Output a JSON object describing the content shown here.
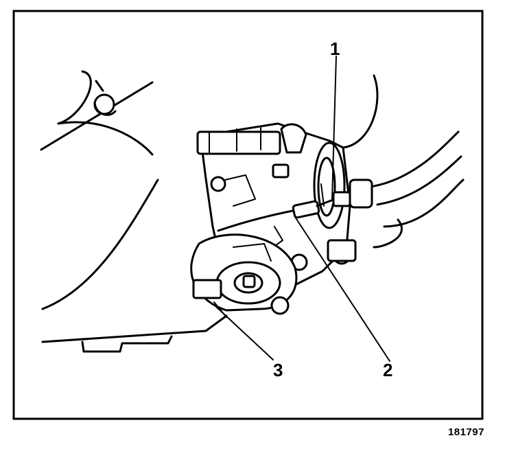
{
  "figure": {
    "callouts": [
      {
        "id": "1",
        "label": "1"
      },
      {
        "id": "2",
        "label": "2"
      },
      {
        "id": "3",
        "label": "3"
      }
    ],
    "figure_number": "181797"
  }
}
